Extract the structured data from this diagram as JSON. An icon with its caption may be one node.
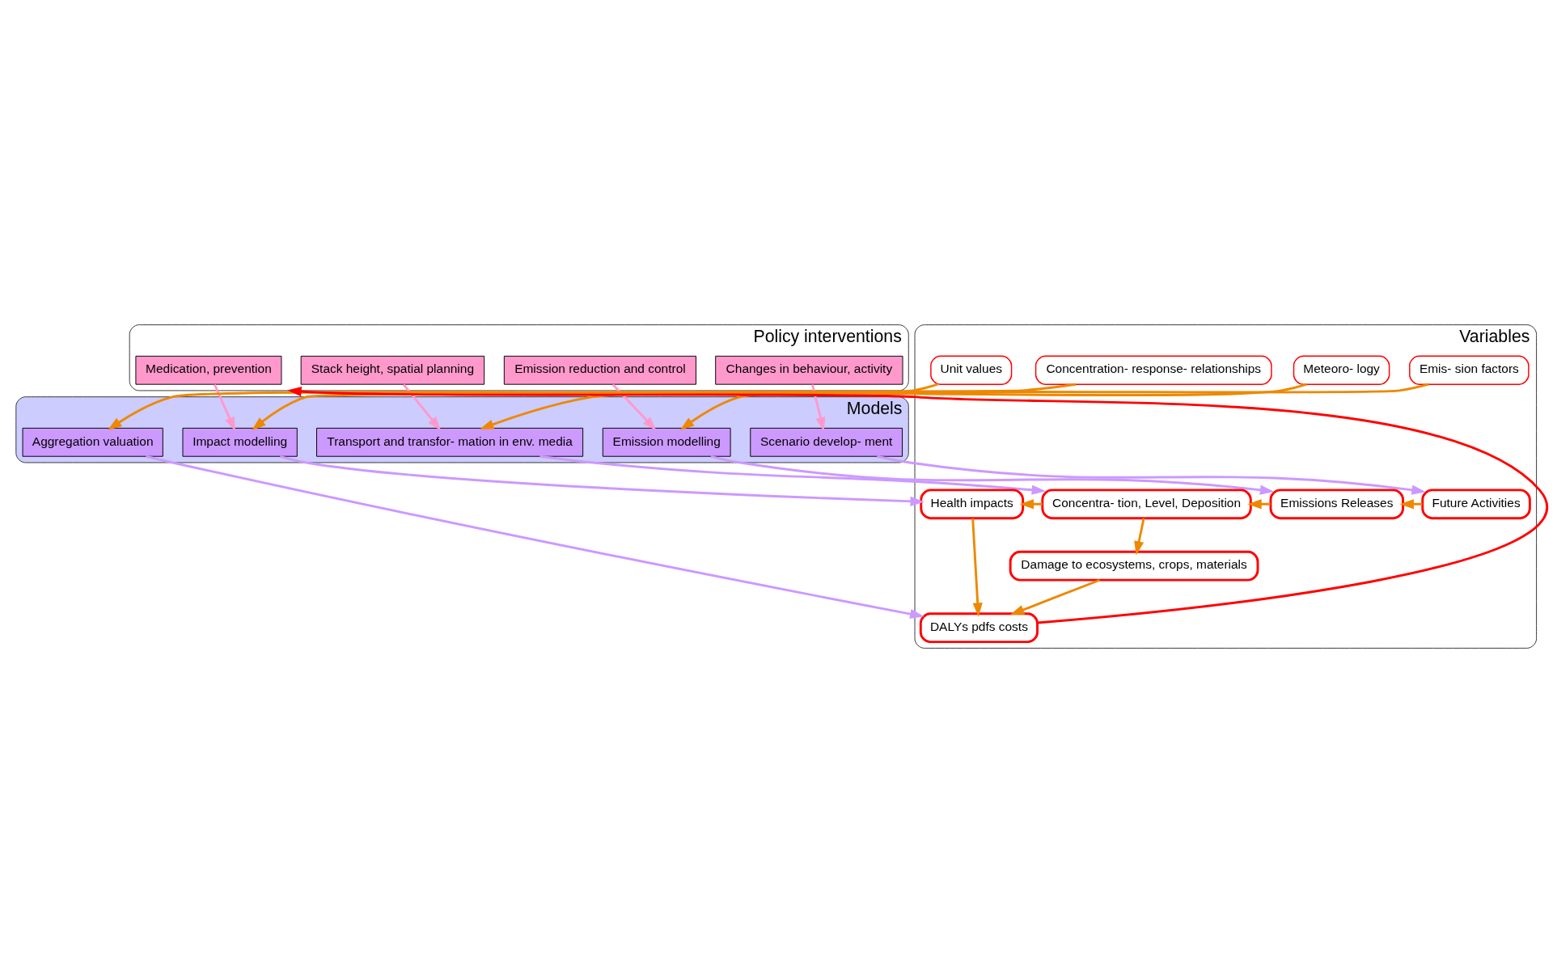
{
  "diagram": {
    "nodes": [
      {
        "text": [
          "Policy interventions"
        ]
      },
      {
        "text": [
          "Changes in behaviour, activity"
        ],
        "in": 0
      },
      {
        "text": [
          "Emission reduction and control"
        ],
        "in": 0
      },
      {
        "text": [
          "Stack height, spatial planning"
        ],
        "in": 0
      },
      {
        "text": [
          "Medication, prevention"
        ],
        "in": 0
      },
      {
        "text": [
          "Models"
        ]
      },
      {
        "text": [
          "Scenario develop- ment"
        ],
        "in": 5
      },
      {
        "text": [
          "Emission modelling"
        ],
        "in": 5
      },
      {
        "text": [
          "Transport and transfor- mation in env. media"
        ],
        "in": 5
      },
      {
        "text": [
          "Impact modelling"
        ],
        "in": 5
      },
      {
        "text": [
          "Aggregation valuation"
        ],
        "in": 5
      },
      {
        "text": [
          "Variables"
        ]
      },
      {
        "text": [
          "Emis- sion factors"
        ],
        "in": 11
      },
      {
        "text": [
          "Meteoro- logy"
        ],
        "in": 11
      },
      {
        "text": [
          "Concentration- response- relationships"
        ],
        "in": 11
      },
      {
        "text": [
          "Unit values"
        ],
        "in": 11
      },
      {
        "text": [
          "Future Activities"
        ],
        "in": 11
      },
      {
        "text": [
          "Emissions Releases"
        ],
        "in": 11
      },
      {
        "text": [
          "Concentra- tion, Level, Deposition"
        ],
        "in": 11
      },
      {
        "text": [
          "Health impacts"
        ],
        "in": 11
      },
      {
        "text": [
          "Damage to ecosystems, crops, materials"
        ],
        "in": 11
      },
      {
        "text": [
          "DALYs pdfs costs"
        ],
        "in": 11
      }
    ],
    "edges": [
      {
        "from": 1,
        "to": 6,
        "arrow": "to",
        "color": "#ff99cc"
      },
      {
        "from": 2,
        "to": 7,
        "arrow": "to",
        "color": "#ff99cc"
      },
      {
        "from": 3,
        "to": 8,
        "arrow": "to",
        "color": "#ff99cc"
      },
      {
        "from": 4,
        "to": 9,
        "arrow": "to",
        "color": "#ff99cc"
      },
      {
        "from": 6,
        "to": 16,
        "arrow": "to",
        "color": "#cc99ff"
      },
      {
        "from": 7,
        "to": 17,
        "arrow": "to",
        "color": "#cc99ff"
      },
      {
        "from": 8,
        "to": 18,
        "arrow": "to",
        "color": "#cc99ff"
      },
      {
        "from": 9,
        "to": 19,
        "arrow": "to",
        "color": "#cc99ff"
      },
      {
        "from": 10,
        "to": 21,
        "arrow": "to",
        "color": "#cc99ff"
      },
      {
        "from": 12,
        "to": 7,
        "arrow": "to"
      },
      {
        "from": 13,
        "to": 8,
        "arrow": "to"
      },
      {
        "from": 14,
        "to": 9,
        "arrow": "to"
      },
      {
        "from": 15,
        "to": 10,
        "arrow": "to"
      },
      {
        "from": 16,
        "to": 17,
        "arrow": "to"
      },
      {
        "from": 17,
        "to": 18,
        "arrow": "to"
      },
      {
        "from": 18,
        "to": 19,
        "arrow": "to"
      },
      {
        "from": 18,
        "to": 20,
        "arrow": "to"
      },
      {
        "from": 19,
        "to": 21,
        "arrow": "to"
      },
      {
        "from": 20,
        "to": 21,
        "arrow": "to"
      },
      {
        "from": 21,
        "to": 0,
        "arrow": "to",
        "color": "#ff0000"
      }
    ]
  }
}
